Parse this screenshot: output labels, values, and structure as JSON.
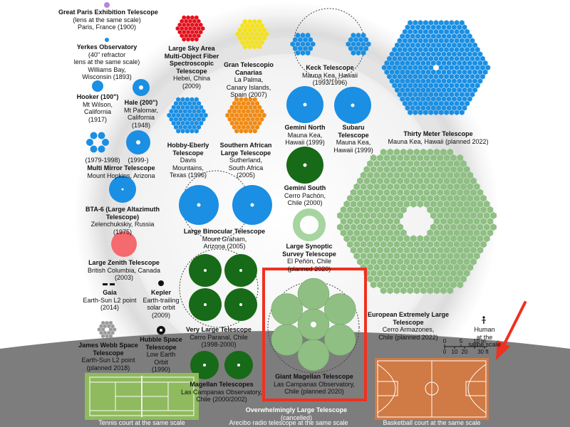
{
  "colors": {
    "blue": "#1a8fe3",
    "red": "#e3101c",
    "yellow": "#f4e21a",
    "orange": "#f08a14",
    "dark_green": "#176a17",
    "mid_green": "#8fbf83",
    "light_green": "#a6d5a0",
    "pink": "#f46a6e",
    "purple": "#b488d8",
    "highlight": "#f03020",
    "tennis": "#8fba5e",
    "basketball": "#d07a45"
  },
  "telescopes": [
    {
      "key": "paris",
      "name": "Great Paris Exhibition Telescope",
      "details": [
        "(lens at the same scale)",
        "Paris, France (1900)"
      ]
    },
    {
      "key": "yerkes",
      "name": "Yerkes Observatory",
      "details": [
        "(40\" refractor",
        "lens at the same scale)",
        "Williams Bay,",
        "Wisconsin (1893)"
      ]
    },
    {
      "key": "hooker",
      "name": "Hooker (100\")",
      "details": [
        "Mt Wilson,",
        "California",
        "(1917)"
      ]
    },
    {
      "key": "hale",
      "name": "Hale (200\")",
      "details": [
        "Mt Palomar,",
        "California",
        "(1948)"
      ]
    },
    {
      "key": "mmt",
      "name": "Multi Mirror Telescope",
      "details": [
        "Mount Hopkins, Arizona"
      ],
      "years": [
        "(1979-1998)",
        "(1999-)"
      ]
    },
    {
      "key": "bta",
      "name": "BTA-6 (Large Altazimuth Telescope)",
      "details": [
        "Zelenchukskiy, Russia",
        "(1975)"
      ]
    },
    {
      "key": "lzt",
      "name": "Large Zenith Telescope",
      "details": [
        "British Columbia, Canada",
        "(2003)"
      ]
    },
    {
      "key": "gaia",
      "name": "Gaia",
      "details": [
        "Earth-Sun L2 point",
        "(2014)"
      ]
    },
    {
      "key": "kepler",
      "name": "Kepler",
      "details": [
        "Earth-trailing",
        "solar orbit",
        "(2009)"
      ]
    },
    {
      "key": "jwst",
      "name": "James Webb Space Telescope",
      "details": [
        "Earth-Sun L2 point",
        "(planned 2018)"
      ]
    },
    {
      "key": "hubble",
      "name": "Hubble Space Telescope",
      "details": [
        "Low Earth",
        "Orbit",
        "(1990)"
      ]
    },
    {
      "key": "lamost",
      "name": "Large Sky Area Multi-Object Fiber Spectroscopic Telescope",
      "details": [
        "Hebei, China",
        "(2009)"
      ]
    },
    {
      "key": "gtc",
      "name": "Gran Telescopio Canarias",
      "details": [
        "La Palma,",
        "Canary Islands,",
        "Spain (2007)"
      ]
    },
    {
      "key": "keck",
      "name": "Keck Telescope",
      "details": [
        "Mauna Kea, Hawaii",
        "(1993/1996)"
      ]
    },
    {
      "key": "tmt",
      "name": "Thirty Meter Telescope",
      "details": [
        "Mauna Kea, Hawaii (planned 2022)"
      ]
    },
    {
      "key": "het",
      "name": "Hobby-Eberly Telescope",
      "details": [
        "Davis",
        "Mountains,",
        "Texas (1996)"
      ]
    },
    {
      "key": "salt",
      "name": "Southern African Large Telescope",
      "details": [
        "Sutherland,",
        "South Africa",
        "(2005)"
      ]
    },
    {
      "key": "gemini_n",
      "name": "Gemini North",
      "details": [
        "Mauna Kea,",
        "Hawaii (1999)"
      ]
    },
    {
      "key": "subaru",
      "name": "Subaru Telescope",
      "details": [
        "Mauna Kea,",
        "Hawaii (1999)"
      ]
    },
    {
      "key": "gemini_s",
      "name": "Gemini South",
      "details": [
        "Cerro Pachón,",
        "Chile (2000)"
      ]
    },
    {
      "key": "lbt",
      "name": "Large Binocular Telescope",
      "details": [
        "Mount Graham,",
        "Arizona (2005)"
      ]
    },
    {
      "key": "lsst",
      "name": "Large Synoptic Survey Telescope",
      "details": [
        "El Peñón, Chile",
        "(planned 2020)"
      ]
    },
    {
      "key": "vlt",
      "name": "Very Large Telescope",
      "details": [
        "Cerro Paranal, Chile",
        "(1998-2000)"
      ]
    },
    {
      "key": "magellan",
      "name": "Magellan Telescopes",
      "details": [
        "Las Campanas Observatory,",
        "Chile (2000/2002)"
      ]
    },
    {
      "key": "gmt",
      "name": "Giant Magellan Telescope",
      "details": [
        "Las Campanas Observatory,",
        "Chile (planned 2020)"
      ]
    },
    {
      "key": "elt",
      "name": "European Extremely Large Telescope",
      "details": [
        "Cerro Armazones,",
        "Chile (planned 2022)"
      ]
    },
    {
      "key": "owl",
      "name": "Overwhelmingly Large Telescope",
      "details": [
        "(cancelled)"
      ]
    }
  ],
  "human": {
    "lines": [
      "Human",
      "at the",
      "same scale"
    ]
  },
  "scale_bar": {
    "top_ticks": [
      "0",
      "5",
      "10 m"
    ],
    "bottom_ticks": [
      "0",
      "10",
      "20",
      "30 ft"
    ]
  },
  "courts": {
    "tennis_caption": "Tennis court at the same scale",
    "basketball_caption": "Basketball court at the same scale",
    "arecibo_caption": "Arecibo radio telescope at the same scale"
  }
}
